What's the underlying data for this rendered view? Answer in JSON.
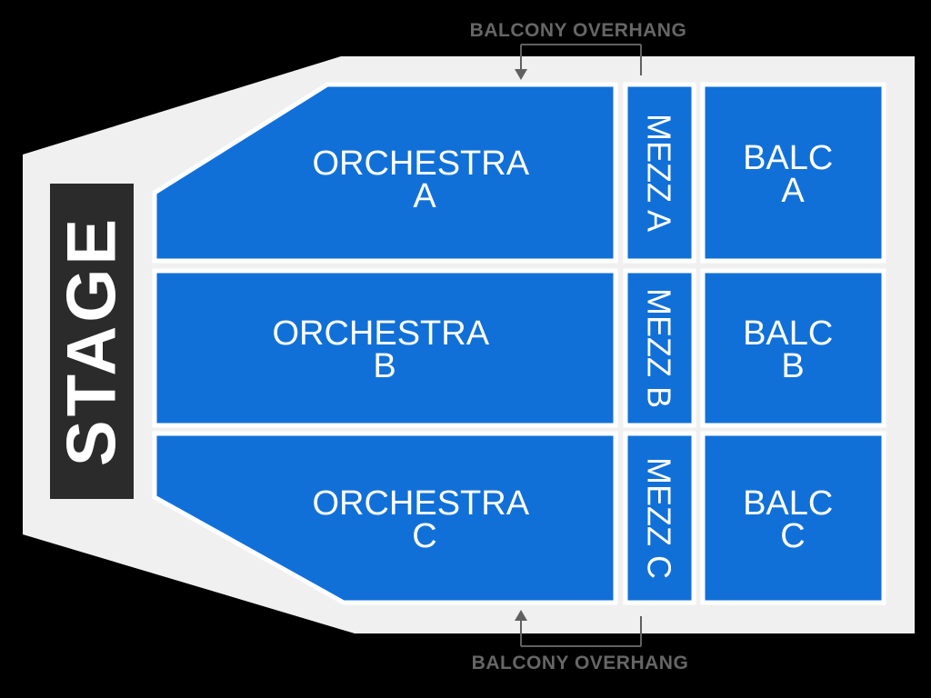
{
  "colors": {
    "background": "#000000",
    "floor": "#f0f0f0",
    "section_fill": "#1170d8",
    "section_border": "#ffffff",
    "stage_fill": "#2b2b2b",
    "label_text": "#ffffff",
    "annotation_text": "#666666",
    "annotation_line": "#606060"
  },
  "stage": {
    "label": "STAGE"
  },
  "sections": {
    "orchestra_a": {
      "line1": "ORCHESTRA",
      "line2": "A"
    },
    "orchestra_b": {
      "line1": "ORCHESTRA",
      "line2": "B"
    },
    "orchestra_c": {
      "line1": "ORCHESTRA",
      "line2": "C"
    },
    "mezz_a": {
      "label": "MEZZ A"
    },
    "mezz_b": {
      "label": "MEZZ B"
    },
    "mezz_c": {
      "label": "MEZZ C"
    },
    "balc_a": {
      "line1": "BALC",
      "line2": "A"
    },
    "balc_b": {
      "line1": "BALC",
      "line2": "B"
    },
    "balc_c": {
      "line1": "BALC",
      "line2": "C"
    }
  },
  "annotations": {
    "balcony_overhang_top": "BALCONY OVERHANG",
    "balcony_overhang_bottom": "BALCONY OVERHANG"
  }
}
